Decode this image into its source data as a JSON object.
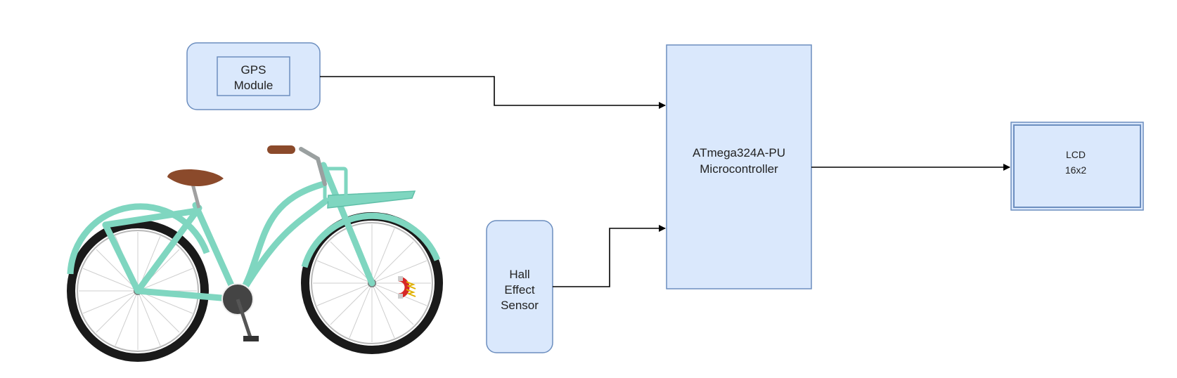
{
  "gps_module": {
    "line1": "GPS",
    "line2": "Module"
  },
  "microcontroller": {
    "line1": "ATmega324A-PU",
    "line2": "Microcontroller"
  },
  "hall_sensor": {
    "line1": "Hall",
    "line2": "Effect",
    "line3": "Sensor"
  },
  "lcd": {
    "line1": "LCD",
    "line2": "16x2"
  },
  "colors": {
    "box_fill": "#dae8fc",
    "box_stroke": "#6c8ebf",
    "arrow": "#000000",
    "bike_frame": "#7fd6c0",
    "saddle": "#8b4a2b",
    "magnet": "#d62828"
  },
  "icons": [
    "bicycle-illustration",
    "magnet-icon"
  ]
}
